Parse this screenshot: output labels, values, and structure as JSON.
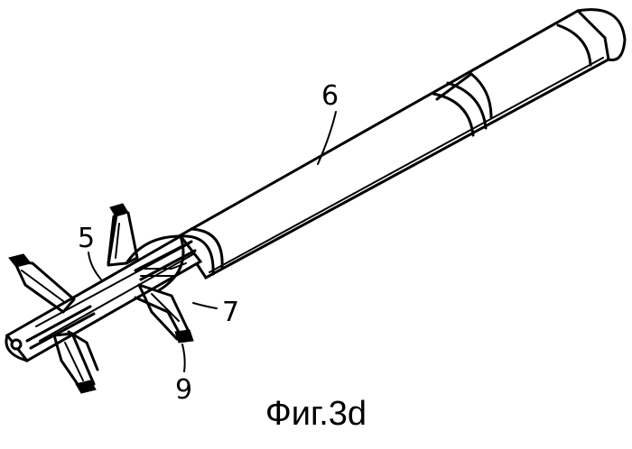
{
  "figure": {
    "caption": "Фиг.3d",
    "labels": {
      "tube": "6",
      "rod": "5",
      "arm": "7",
      "foot": "9"
    }
  }
}
